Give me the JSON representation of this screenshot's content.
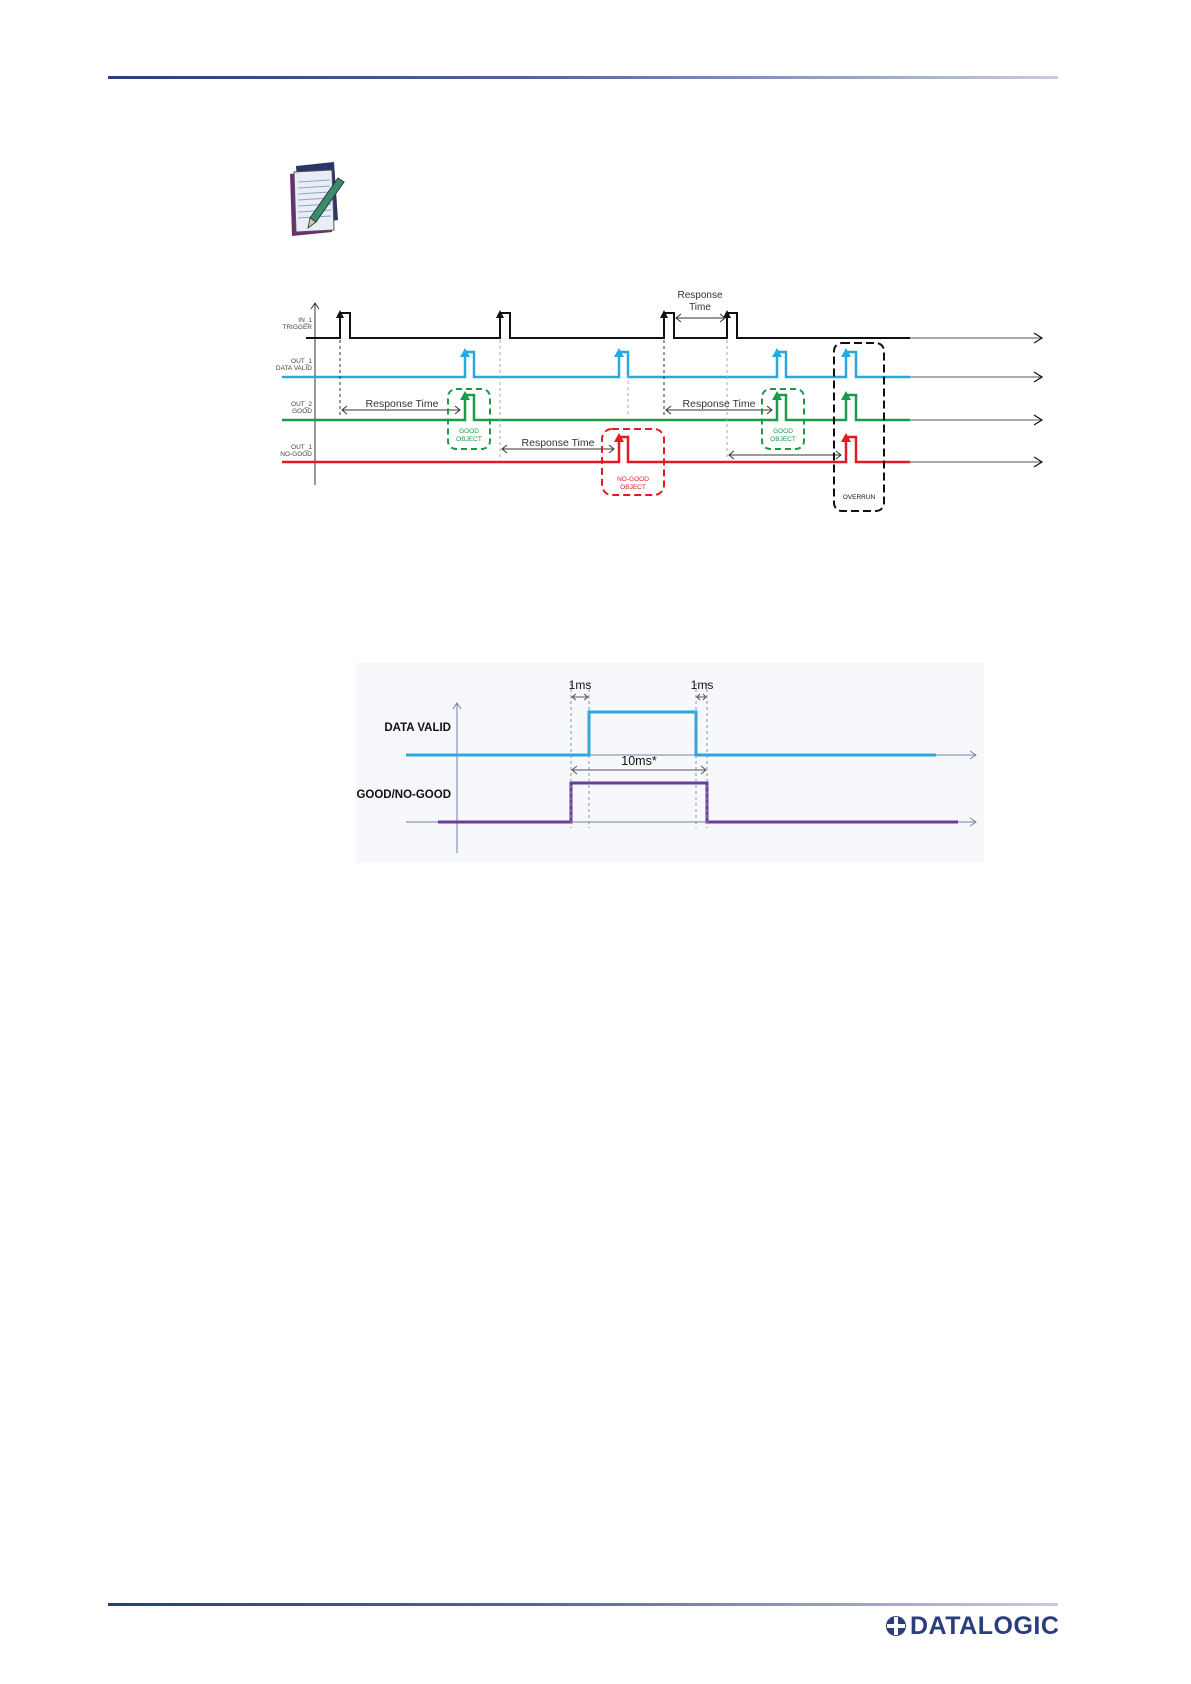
{
  "timing_diagram": {
    "signals": [
      {
        "line1": "IN_1",
        "line2": "TRIGGER"
      },
      {
        "line1": "OUT_1",
        "line2": "DATA VALID"
      },
      {
        "line1": "OUT_2",
        "line2": "GOOD"
      },
      {
        "line1": "OUT_1",
        "line2": "NO-GOOD"
      }
    ],
    "response_time_top_line1": "Response",
    "response_time_top_line2": "Time",
    "response_time": "Response Time",
    "good_object_line1": "GOOD",
    "good_object_line2": "OBJECT",
    "no_good_object_line1": "NO-GOOD",
    "no_good_object_line2": "OBJECT",
    "overrun": "OVERRUN",
    "colors": {
      "trigger": "#111111",
      "data_valid": "#29a8e0",
      "good": "#1a9a4a",
      "no_good": "#e01b24"
    }
  },
  "output_timing": {
    "data_valid_label": "DATA VALID",
    "good_no_good_label": "GOOD/NO-GOOD",
    "t1": "1ms",
    "t2": "1ms",
    "width": "10ms*",
    "colors": {
      "data_valid": "#29a8e0",
      "good_no_good": "#6a3d9a"
    }
  },
  "footer": {
    "brand": "DATALOGIC",
    "brand_color": "#2a3d7c"
  }
}
